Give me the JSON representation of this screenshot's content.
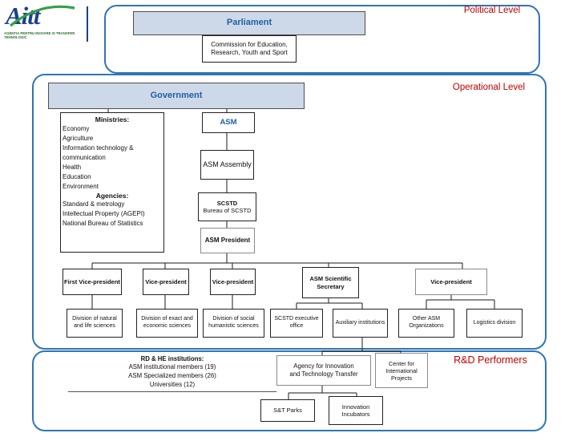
{
  "logo": {
    "brand": "Aitt",
    "caption": "AGENTIA PENTRU INOVARE SI TRANSFER TEHNOLOGIC"
  },
  "levels": {
    "political": "Political Level",
    "operational": "Operational Level",
    "rd_performers": "R&D Performers"
  },
  "political": {
    "parliament": "Parliament",
    "commission": "Commission for Education,\nResearch, Youth and Sport"
  },
  "operational": {
    "government": "Government",
    "ministries": {
      "title": "Ministries:",
      "items": "Economy\nAgriculture\nInformation technology & communication\nHealth\nEducation\nEnvironment",
      "agencies_title": "Agencies:",
      "agencies": "Standard & metrology\nIntellectual Property (AGEPI)\nNational Bureau of Statistics"
    },
    "asm": "ASM",
    "asm_assembly": "ASM Assembly",
    "scstd_title": "SCSTD",
    "scstd_sub": "Bureau of SCSTD",
    "asm_president": "ASM President",
    "vps": [
      "First Vice-president",
      "Vice-president",
      "Vice-president",
      "ASM Scientific\nSecretary",
      "Vice-president"
    ],
    "divisions": [
      "Division of natural and life sciences",
      "Division of exact and economic sciences",
      "Division of social humanistic sciences",
      "SCSTD executive office",
      "Auxiliary institutions",
      "Other ASM Organizations",
      "Logistics division"
    ]
  },
  "rd": {
    "institutions_title": "RD & HE institutions:",
    "institutions_lines": "ASM institutional members (19)\nASM Specialized members (26)\nUniversities (12)",
    "aitt_agency": "Agency for Innovation\nand Technology Transfer",
    "cip": "Center for\nInternational\nProjects",
    "st_parks": "S&T Parks",
    "incubators": "Innovation\nIncubators"
  },
  "colors": {
    "frame_blue": "#2E75B6",
    "heading_blue": "#1F5FA8",
    "level_red": "#C00000",
    "box_fill_blue": "#CDD9E8",
    "logo_blue": "#1B3F8F",
    "logo_green": "#35A042"
  }
}
